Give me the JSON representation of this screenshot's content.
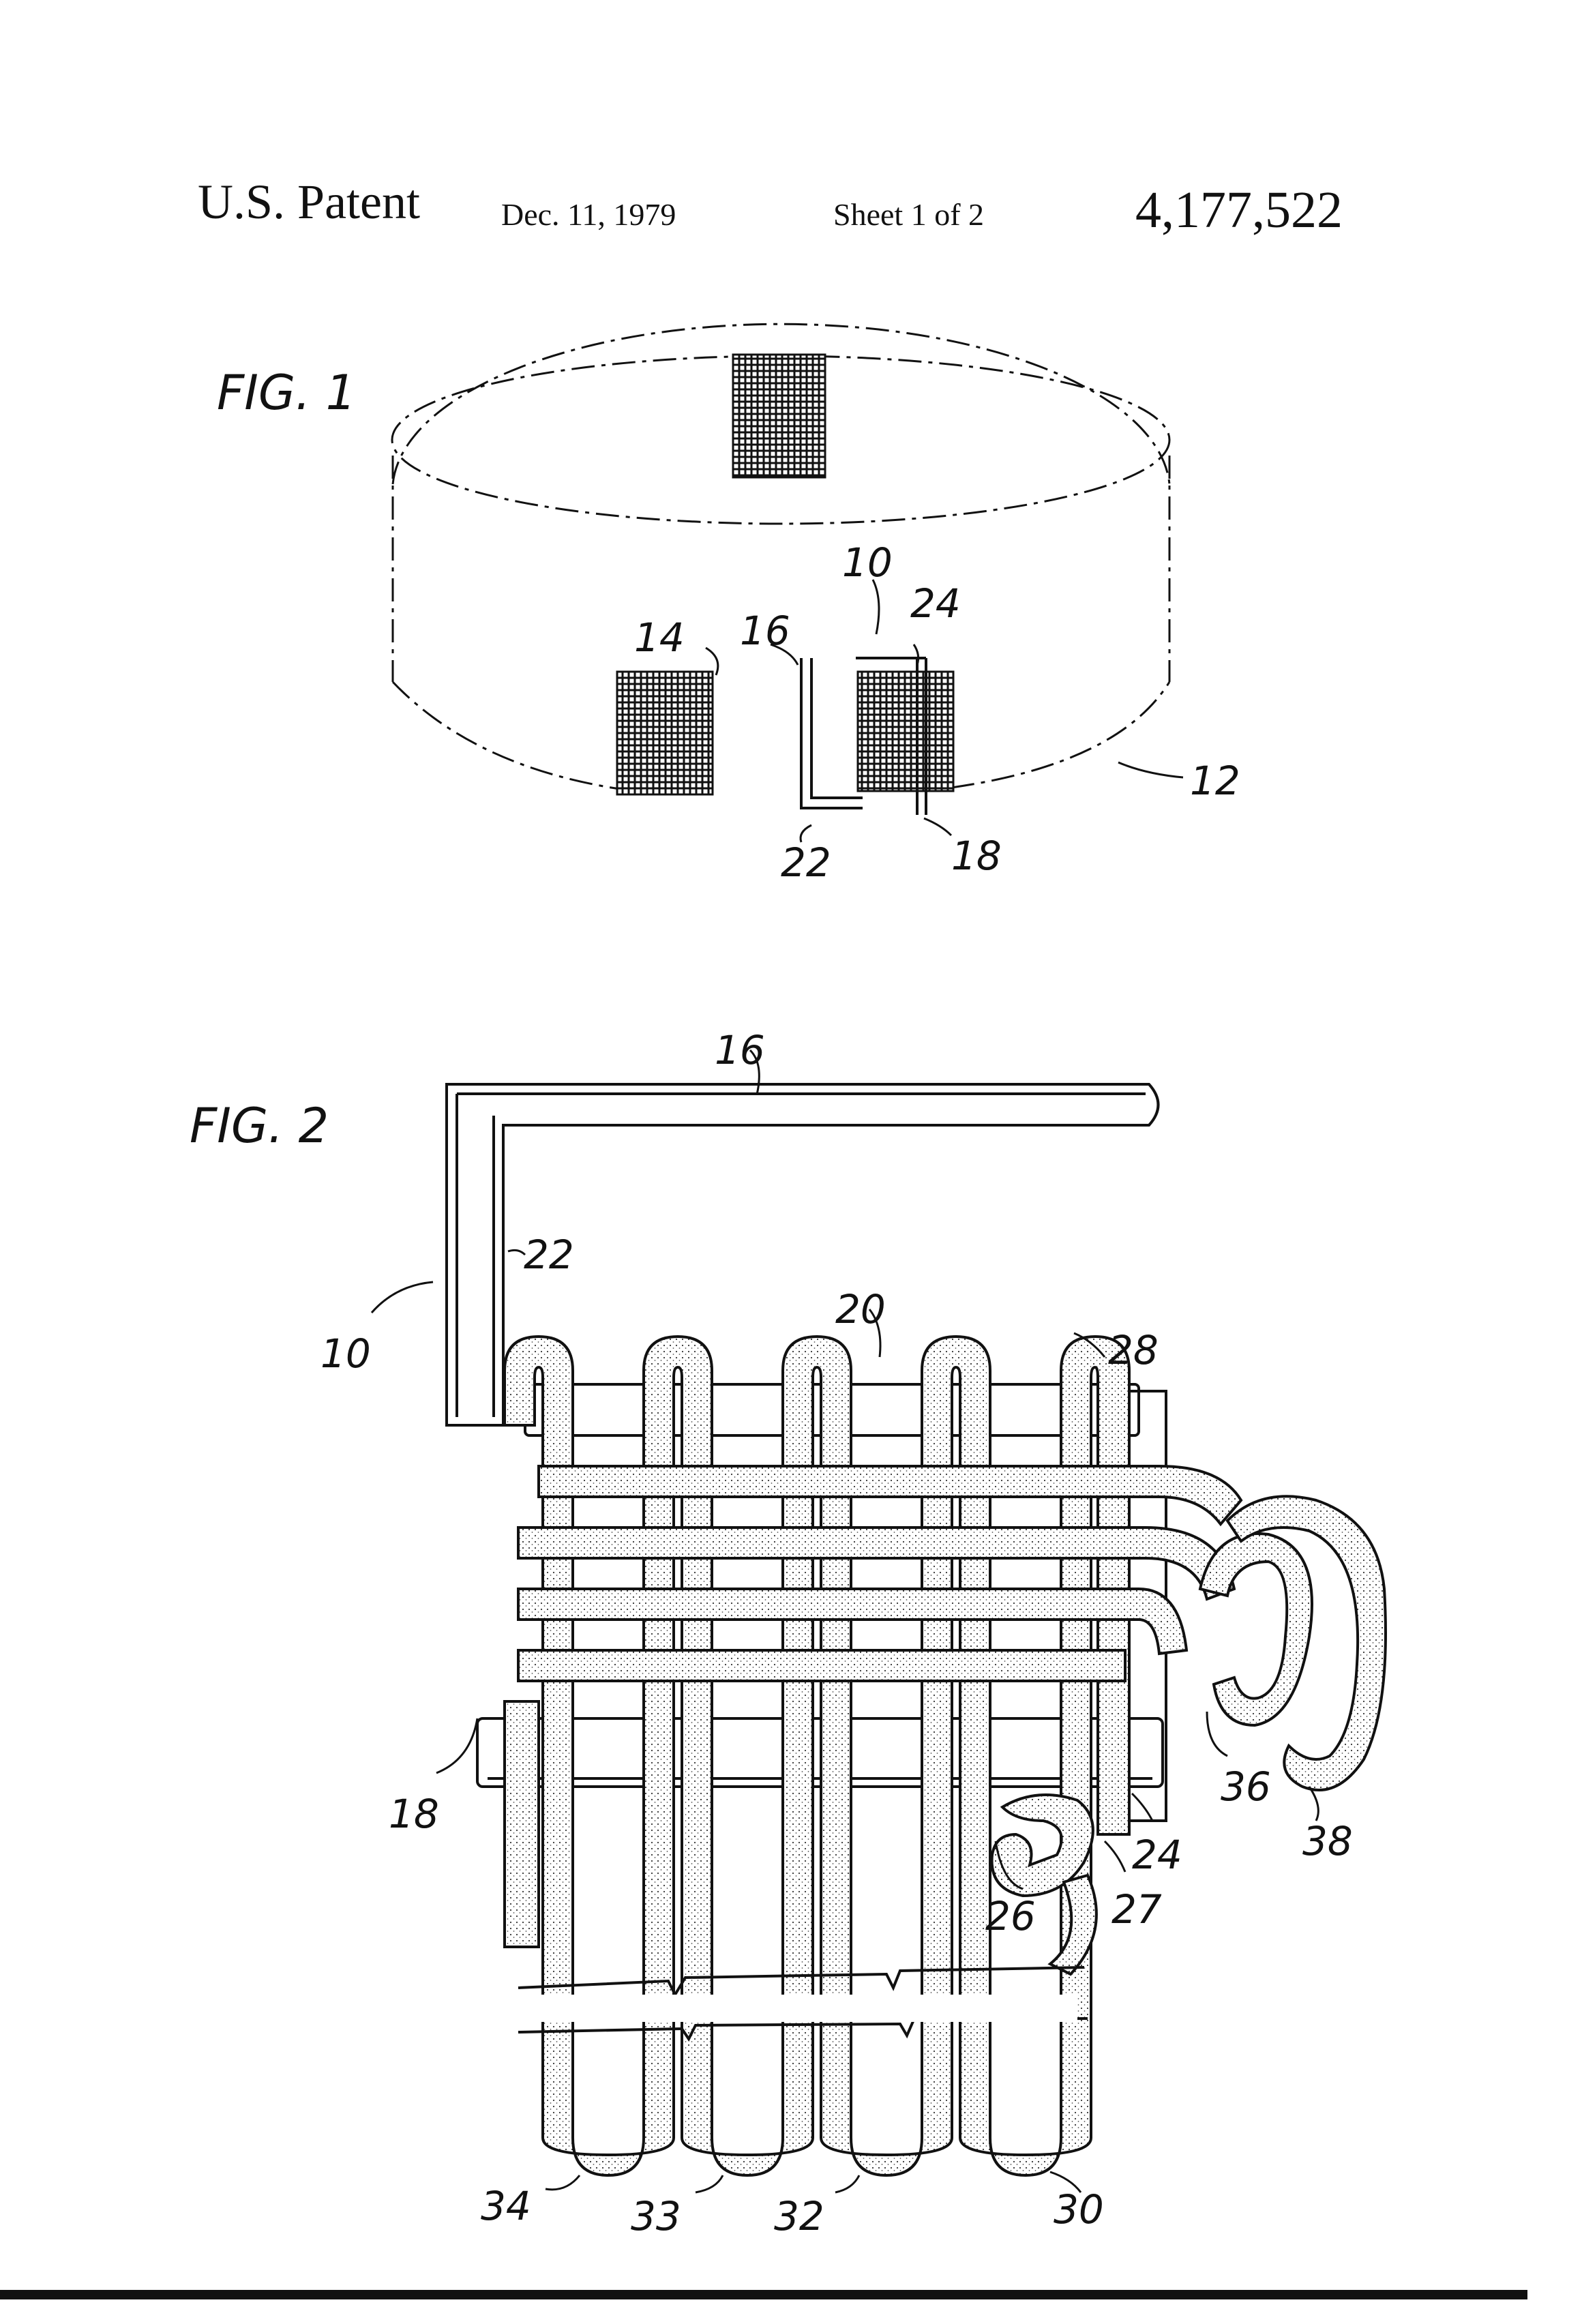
{
  "header": {
    "title": "U.S. Patent",
    "date": "Dec. 11, 1979",
    "sheet": "Sheet 1 of 2",
    "patent_number": "4,177,522"
  },
  "fig1": {
    "label": "FIG. 1",
    "refs": {
      "r10": "10",
      "r12": "12",
      "r14": "14",
      "r16": "16",
      "r18": "18",
      "r22": "22",
      "r24": "24"
    }
  },
  "fig2": {
    "label": "FIG. 2",
    "refs": {
      "r10": "10",
      "r16": "16",
      "r18": "18",
      "r20": "20",
      "r22": "22",
      "r24": "24",
      "r26": "26",
      "r27": "27",
      "r28": "28",
      "r30": "30",
      "r32": "32",
      "r33": "33",
      "r34": "34",
      "r36": "36",
      "r38": "38"
    }
  },
  "colors": {
    "ink": "#111111",
    "paper": "#ffffff",
    "stipple": "#e6e6e6"
  }
}
